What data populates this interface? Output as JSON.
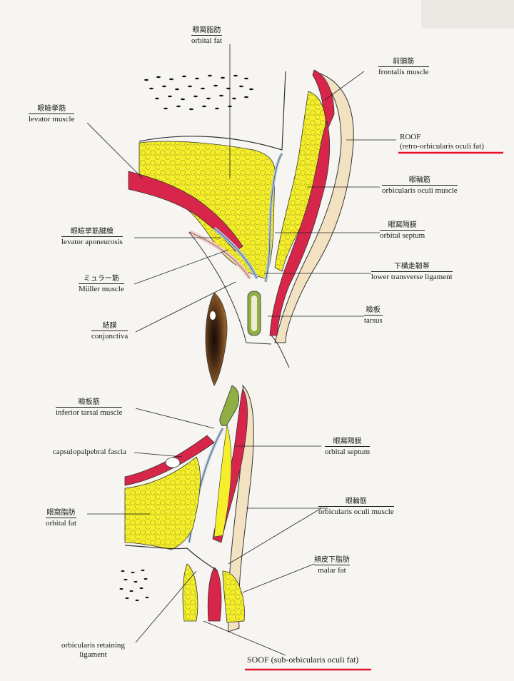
{
  "colors": {
    "fat": "#f4ef2a",
    "muscle": "#d8254a",
    "skin": "#f2e2c2",
    "septum": "#a9c2dc",
    "tarsus": "#8fae45",
    "highlight": "#e8102a"
  },
  "labels": {
    "orbital_fat_top": {
      "jp": "眼窩脂肪",
      "en": "orbital fat"
    },
    "frontalis": {
      "jp": "前頭筋",
      "en": "frontalis muscle"
    },
    "levator": {
      "jp": "眼瞼挙筋",
      "en": "levator muscle"
    },
    "roof": {
      "en1": "ROOF",
      "en2": "(retro-orbicularis oculi fat)"
    },
    "orbicularis_upper": {
      "jp": "眼輪筋",
      "en": "orbicularis oculi muscle"
    },
    "levator_aponeurosis": {
      "jp": "眼瞼挙筋腱膜",
      "en": "levator aponeurosis"
    },
    "orbital_septum_upper": {
      "jp": "眼窩隔膜",
      "en": "orbital septum"
    },
    "muller": {
      "jp": "ミュラー筋",
      "en": "Müller muscle"
    },
    "lower_transverse": {
      "jp": "下横走靭帯",
      "en": "lower transverse ligament"
    },
    "conjunctiva": {
      "jp": "結膜",
      "en": "conjunctiva"
    },
    "tarsus": {
      "jp": "瞼板",
      "en": "tarsus"
    },
    "inferior_tarsal": {
      "jp": "瞼板筋",
      "en": "inferior tarsal muscle"
    },
    "orbital_septum_lower": {
      "jp": "眼窩隔膜",
      "en": "orbital septum"
    },
    "capsulopalpebral": {
      "en": "capsulopalpebral fascia"
    },
    "orbital_fat_lower": {
      "jp": "眼窩脂肪",
      "en": "orbital fat"
    },
    "orbicularis_lower": {
      "jp": "眼輪筋",
      "en": "orbicularis oculi muscle"
    },
    "malar_fat": {
      "jp": "頬皮下脂肪",
      "en": "malar fat"
    },
    "orbicularis_retaining": {
      "en1": "orbicularis retaining",
      "en2": "ligament"
    },
    "soof": {
      "en": "SOOF (sub-orbicularis oculi fat)"
    }
  }
}
